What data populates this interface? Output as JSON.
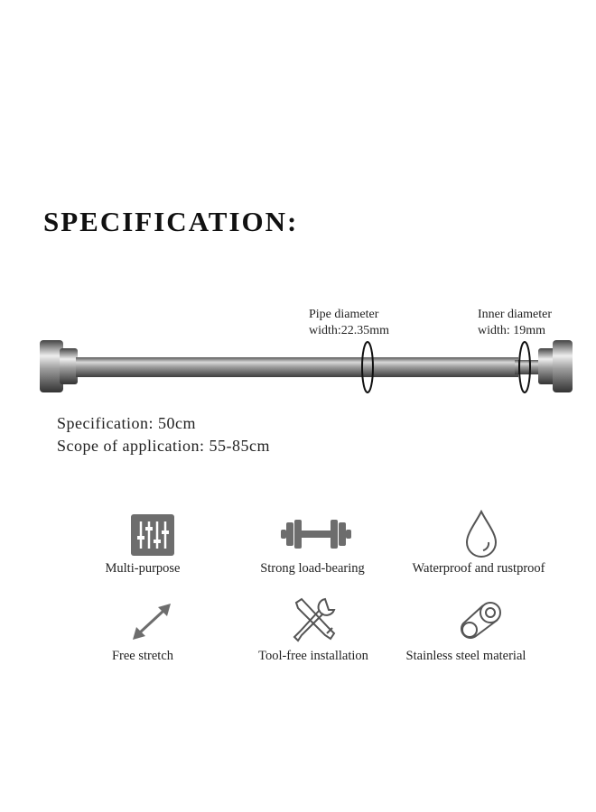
{
  "title": "SPECIFICATION:",
  "callouts": {
    "pipe_line1": "Pipe diameter",
    "pipe_line2": "width:22.35mm",
    "inner_line1": "Inner diameter",
    "inner_line2": "width: 19mm"
  },
  "specs": {
    "specification": "Specification: 50cm",
    "scope": "Scope of application: 55-85cm"
  },
  "features": [
    {
      "label": "Multi-purpose",
      "icon": "sliders-icon"
    },
    {
      "label": "Strong load-bearing",
      "icon": "dumbbell-icon"
    },
    {
      "label": "Waterproof and rustproof",
      "icon": "water-drop-icon"
    },
    {
      "label": "Free stretch",
      "icon": "double-arrow-icon"
    },
    {
      "label": "Tool-free installation",
      "icon": "tools-icon"
    },
    {
      "label": "Stainless steel material",
      "icon": "steel-roll-icon"
    }
  ]
}
